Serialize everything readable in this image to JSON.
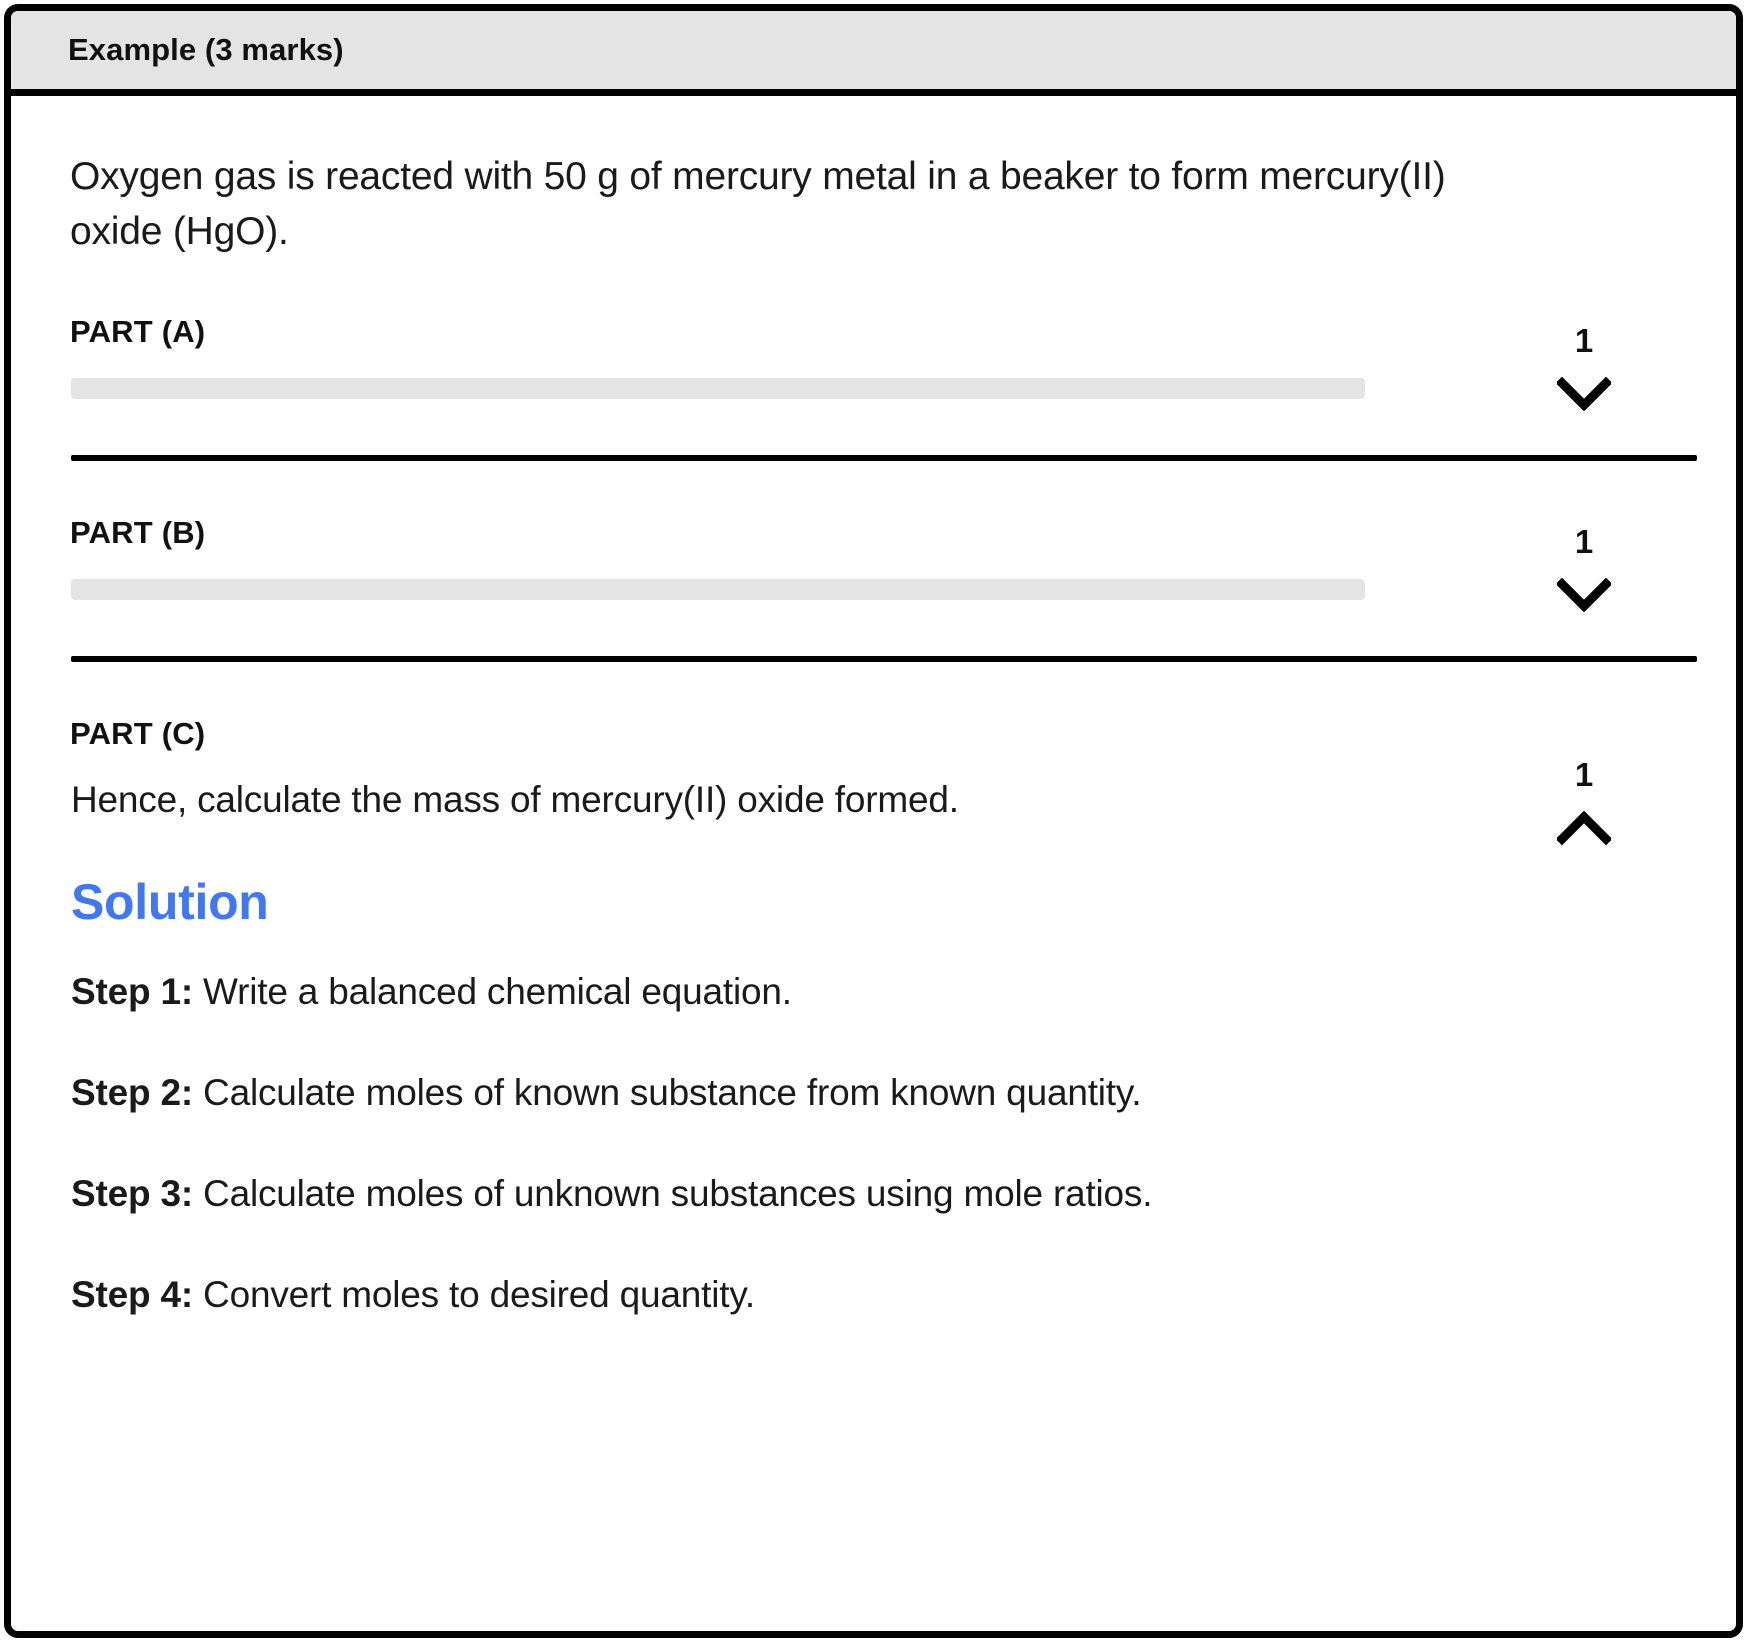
{
  "card": {
    "header_title": "Example (3 marks)",
    "intro": "Oxygen gas is reacted with 50 g of mercury metal in a beaker to form mercury(II) oxide (HgO).",
    "accent_color": "#4178ef",
    "header_bg": "#e4e4e4",
    "bar_color": "#e4e4e4",
    "border_color": "#000000"
  },
  "parts": [
    {
      "label": "PART (A)",
      "marks": "1",
      "chevron": "chevron-down-icon",
      "expanded": false,
      "question": "",
      "has_placeholder_bar": true
    },
    {
      "label": "PART (B)",
      "marks": "1",
      "chevron": "chevron-down-icon",
      "expanded": false,
      "question": "",
      "has_placeholder_bar": true
    },
    {
      "label": "PART (C)",
      "marks": "1",
      "chevron": "chevron-up-icon",
      "expanded": true,
      "question": "Hence, calculate the mass of mercury(II) oxide formed.",
      "has_placeholder_bar": false
    }
  ],
  "solution": {
    "title": "Solution",
    "steps": [
      {
        "label": "Step 1:",
        "text": " Write a balanced chemical equation."
      },
      {
        "label": "Step 2:",
        "text": " Calculate moles of known substance from known quantity."
      },
      {
        "label": "Step 3:",
        "text": " Calculate moles of unknown substances using mole ratios."
      },
      {
        "label": "Step 4:",
        "text": " Convert moles to desired quantity."
      }
    ]
  }
}
